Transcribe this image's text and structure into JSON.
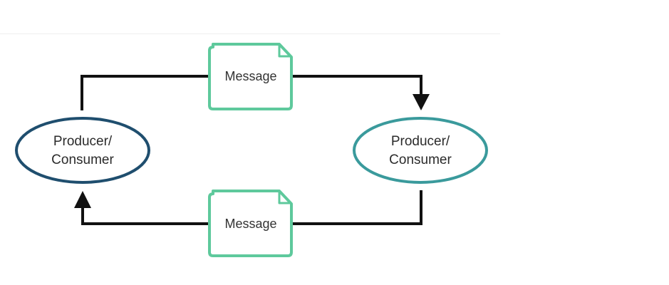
{
  "diagram": {
    "title": "",
    "colors": {
      "producer_left_outline": "#1f4e6e",
      "producer_right_outline": "#3a9a9c",
      "message_outline": "#5ec99c",
      "connector": "#111111",
      "text": "#2b2b2b"
    },
    "nodes": {
      "left": {
        "line1": "Producer/",
        "line2": "Consumer"
      },
      "right": {
        "line1": "Producer/",
        "line2": "Consumer"
      }
    },
    "messages": {
      "top": {
        "label": "Message"
      },
      "bottom": {
        "label": "Message"
      }
    },
    "edges": [
      {
        "from": "left",
        "via": "top-message",
        "to": "right"
      },
      {
        "from": "right",
        "via": "bottom-message",
        "to": "left"
      }
    ]
  }
}
